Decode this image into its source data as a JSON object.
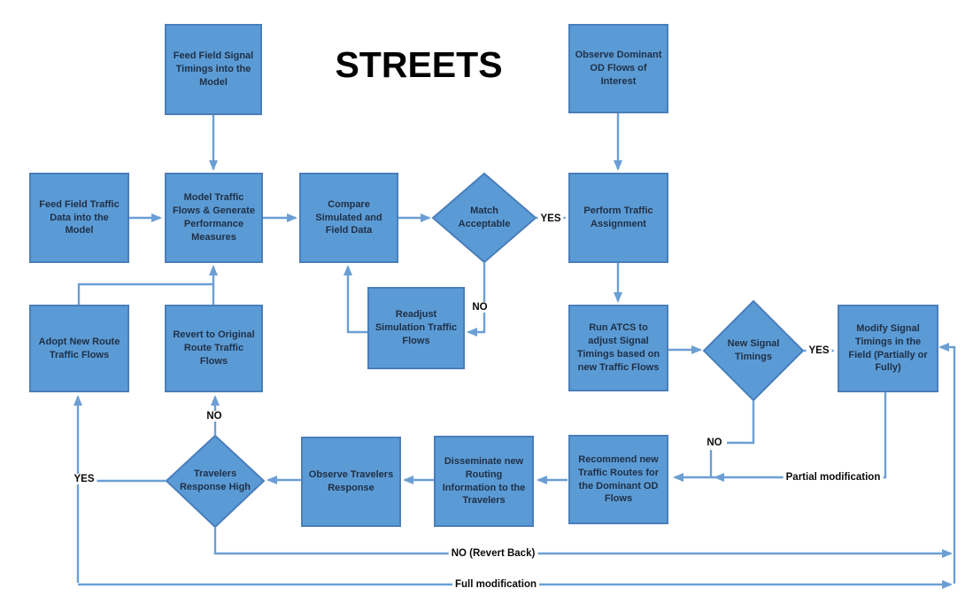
{
  "title": "STREETS",
  "colors": {
    "bg": "#ffffff",
    "node-fill": "#5b9bd5",
    "node-border": "#4a7ebb",
    "line": "#6b9fd4",
    "node-text": "#1f2f45",
    "label-text": "#0a0a0a"
  },
  "nodes": {
    "feed_signal": {
      "label": "Feed Field Signal Timings into the Model"
    },
    "observe_od": {
      "label": "Observe Dominant OD Flows of Interest"
    },
    "feed_traffic": {
      "label": "Feed Field Traffic Data into the Model"
    },
    "model_flows": {
      "label": "Model Traffic Flows & Generate Performance Measures"
    },
    "compare": {
      "label": "Compare Simulated and Field Data"
    },
    "match": {
      "label": "Match Acceptable"
    },
    "perform": {
      "label": "Perform Traffic Assignment"
    },
    "readjust": {
      "label": "Readjust Simulation Traffic Flows"
    },
    "run_atcs": {
      "label": "Run ATCS to adjust Signal Timings based on new Traffic Flows"
    },
    "new_signal": {
      "label": "New Signal Timings"
    },
    "modify": {
      "label": "Modify Signal Timings in the Field (Partially or Fully)"
    },
    "adopt": {
      "label": "Adopt New Route Traffic Flows"
    },
    "revert": {
      "label": "Revert to Original Route Traffic Flows"
    },
    "travelers": {
      "label": "Travelers Response High"
    },
    "observe_travelers": {
      "label": "Observe Travelers Response"
    },
    "disseminate": {
      "label": "Disseminate new Routing Information to the Travelers"
    },
    "recommend": {
      "label": "Recommend new Traffic Routes for the Dominant OD Flows"
    }
  },
  "edge_labels": {
    "match_yes": "YES",
    "match_no": "NO",
    "new_signal_yes": "YES",
    "new_signal_no": "NO",
    "partial": "Partial modification",
    "travelers_no": "NO",
    "travelers_yes": "YES",
    "no_revert_back": "NO (Revert Back)",
    "full_modification": "Full modification"
  }
}
